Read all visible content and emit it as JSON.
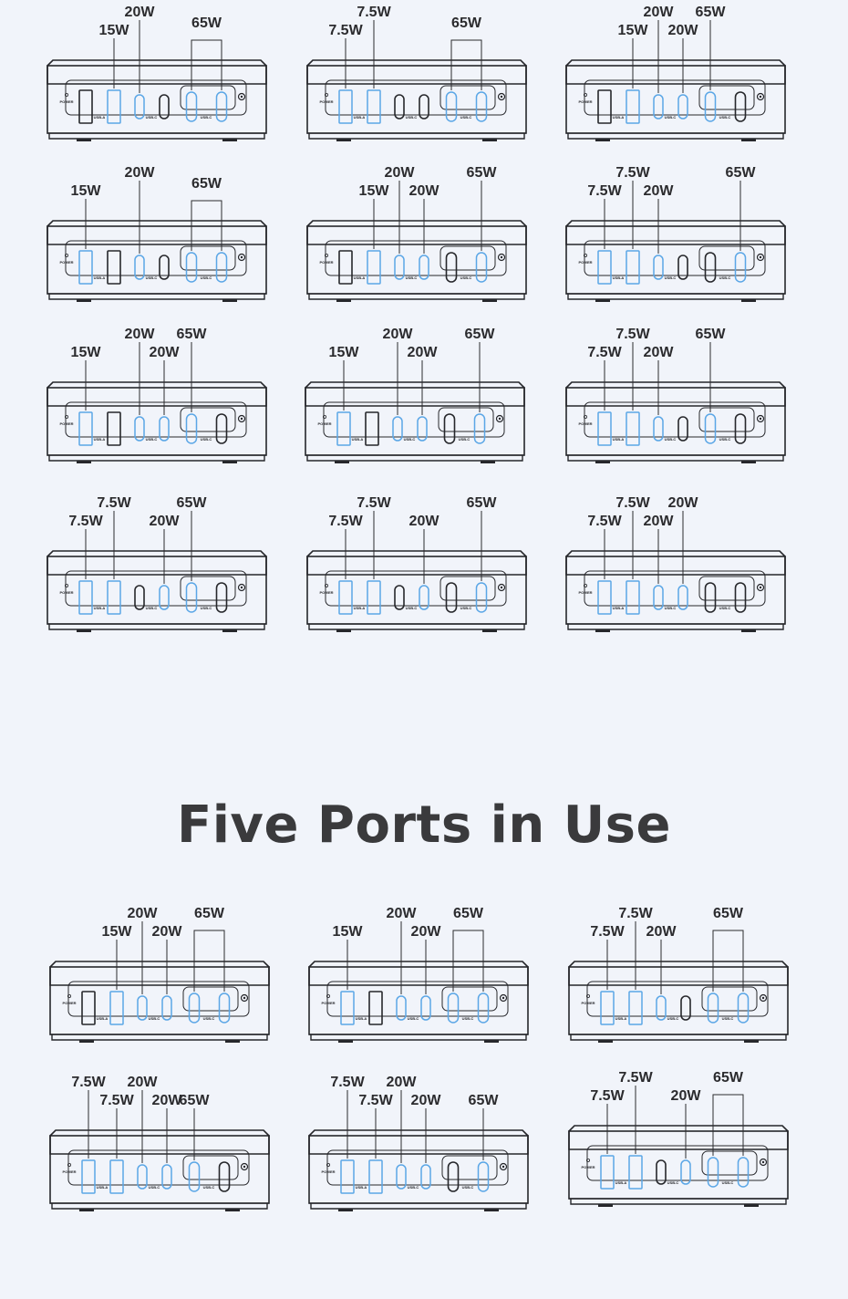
{
  "section_title": "Five Ports in Use",
  "device_text": {
    "power": "POWER",
    "usb_a": "USB-A",
    "usb_c": "USB-C"
  },
  "colors": {
    "background": "#f1f4fa",
    "outline": "#26272b",
    "active_port": "#5aa6e6",
    "label": "#2b2b2e"
  },
  "port_order": [
    "usb-a-1",
    "usb-a-2",
    "usb-c-1",
    "usb-c-2",
    "usb-c-3",
    "usb-c-4"
  ],
  "configurations": [
    {
      "labels": [
        {
          "port": 2,
          "text": "15W"
        },
        {
          "port": 3,
          "text": "20W"
        },
        {
          "port": "pair",
          "text": "65W"
        }
      ]
    },
    {
      "labels": [
        {
          "port": 1,
          "text": "7.5W"
        },
        {
          "port": 2,
          "text": "7.5W"
        },
        {
          "port": "pair",
          "text": "65W"
        }
      ]
    },
    {
      "labels": [
        {
          "port": 2,
          "text": "15W"
        },
        {
          "port": 3,
          "text": "20W"
        },
        {
          "port": 4,
          "text": "20W"
        },
        {
          "port": 5,
          "text": "65W"
        }
      ]
    },
    {
      "labels": [
        {
          "port": 1,
          "text": "15W"
        },
        {
          "port": 3,
          "text": "20W"
        },
        {
          "port": "pair",
          "text": "65W"
        }
      ]
    },
    {
      "labels": [
        {
          "port": 2,
          "text": "15W"
        },
        {
          "port": 3,
          "text": "20W"
        },
        {
          "port": 4,
          "text": "20W"
        },
        {
          "port": 6,
          "text": "65W"
        }
      ]
    },
    {
      "labels": [
        {
          "port": 1,
          "text": "7.5W"
        },
        {
          "port": 2,
          "text": "7.5W"
        },
        {
          "port": 3,
          "text": "20W"
        },
        {
          "port": 6,
          "text": "65W"
        }
      ]
    },
    {
      "labels": [
        {
          "port": 1,
          "text": "15W"
        },
        {
          "port": 3,
          "text": "20W"
        },
        {
          "port": 4,
          "text": "20W"
        },
        {
          "port": 5,
          "text": "65W"
        }
      ]
    },
    {
      "labels": [
        {
          "port": 1,
          "text": "15W"
        },
        {
          "port": 3,
          "text": "20W"
        },
        {
          "port": 4,
          "text": "20W"
        },
        {
          "port": 6,
          "text": "65W"
        }
      ]
    },
    {
      "labels": [
        {
          "port": 1,
          "text": "7.5W"
        },
        {
          "port": 2,
          "text": "7.5W"
        },
        {
          "port": 3,
          "text": "20W"
        },
        {
          "port": 5,
          "text": "65W"
        }
      ]
    },
    {
      "labels": [
        {
          "port": 1,
          "text": "7.5W"
        },
        {
          "port": 2,
          "text": "7.5W"
        },
        {
          "port": 4,
          "text": "20W"
        },
        {
          "port": 5,
          "text": "65W"
        }
      ]
    },
    {
      "labels": [
        {
          "port": 1,
          "text": "7.5W"
        },
        {
          "port": 2,
          "text": "7.5W"
        },
        {
          "port": 4,
          "text": "20W"
        },
        {
          "port": 6,
          "text": "65W"
        }
      ]
    },
    {
      "labels": [
        {
          "port": 1,
          "text": "7.5W"
        },
        {
          "port": 2,
          "text": "7.5W"
        },
        {
          "port": 3,
          "text": "20W"
        },
        {
          "port": 4,
          "text": "20W"
        }
      ]
    },
    {
      "labels": [
        {
          "port": 2,
          "text": "15W"
        },
        {
          "port": 3,
          "text": "20W"
        },
        {
          "port": 4,
          "text": "20W"
        },
        {
          "port": "pair",
          "text": "65W"
        }
      ]
    },
    {
      "labels": [
        {
          "port": 1,
          "text": "15W"
        },
        {
          "port": 3,
          "text": "20W"
        },
        {
          "port": 4,
          "text": "20W"
        },
        {
          "port": "pair",
          "text": "65W"
        }
      ]
    },
    {
      "labels": [
        {
          "port": 1,
          "text": "7.5W"
        },
        {
          "port": 2,
          "text": "7.5W"
        },
        {
          "port": 3,
          "text": "20W"
        },
        {
          "port": "pair",
          "text": "65W"
        }
      ]
    },
    {
      "labels": [
        {
          "port": 1,
          "text": "7.5W"
        },
        {
          "port": 2,
          "text": "7.5W"
        },
        {
          "port": 3,
          "text": "20W"
        },
        {
          "port": 4,
          "text": "20W"
        },
        {
          "port": 5,
          "text": "65W"
        }
      ]
    },
    {
      "labels": [
        {
          "port": 1,
          "text": "7.5W"
        },
        {
          "port": 2,
          "text": "7.5W"
        },
        {
          "port": 3,
          "text": "20W"
        },
        {
          "port": 4,
          "text": "20W"
        },
        {
          "port": 6,
          "text": "65W"
        }
      ]
    },
    {
      "labels": [
        {
          "port": 1,
          "text": "7.5W"
        },
        {
          "port": 2,
          "text": "7.5W"
        },
        {
          "port": 4,
          "text": "20W"
        },
        {
          "port": "pair",
          "text": "65W"
        }
      ]
    }
  ]
}
